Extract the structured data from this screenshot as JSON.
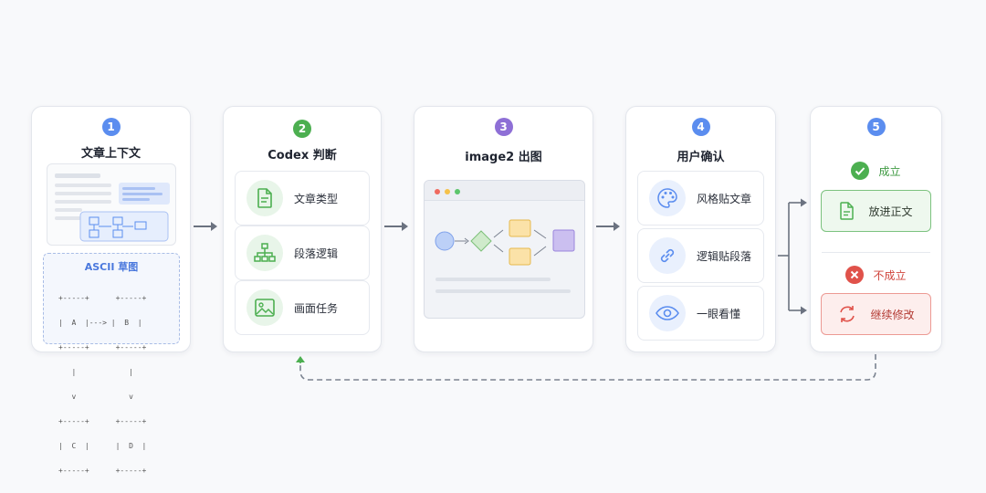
{
  "steps": [
    {
      "num": "1",
      "title": "文章上下文",
      "color": "#5b8def",
      "ascii_label": "ASCII 草图",
      "ascii_lines": [
        "+-----+      +-----+",
        "|  A  |---> |  B  |",
        "+-----+      +-----+",
        "   |            |",
        "   v            v",
        "+-----+      +-----+",
        "|  C  |      |  D  |",
        "+-----+      +-----+"
      ]
    },
    {
      "num": "2",
      "title": "Codex 判断",
      "color": "#4caf50",
      "items": [
        "文章类型",
        "段落逻辑",
        "画面任务"
      ]
    },
    {
      "num": "3",
      "title": "image2 出图",
      "color": "#8e6fd6"
    },
    {
      "num": "4",
      "title": "用户确认",
      "color": "#5b8def",
      "items": [
        "风格贴文章",
        "逻辑贴段落",
        "一眼看懂"
      ]
    },
    {
      "num": "5",
      "color": "#5b8def",
      "success_label": "成立",
      "success_action": "放进正文",
      "fail_label": "不成立",
      "fail_action": "继续修改"
    }
  ],
  "colors": {
    "blue": "#5b8def",
    "green": "#4caf50",
    "purple": "#8e6fd6",
    "red": "#e0524a",
    "arrow": "#6b7280"
  }
}
